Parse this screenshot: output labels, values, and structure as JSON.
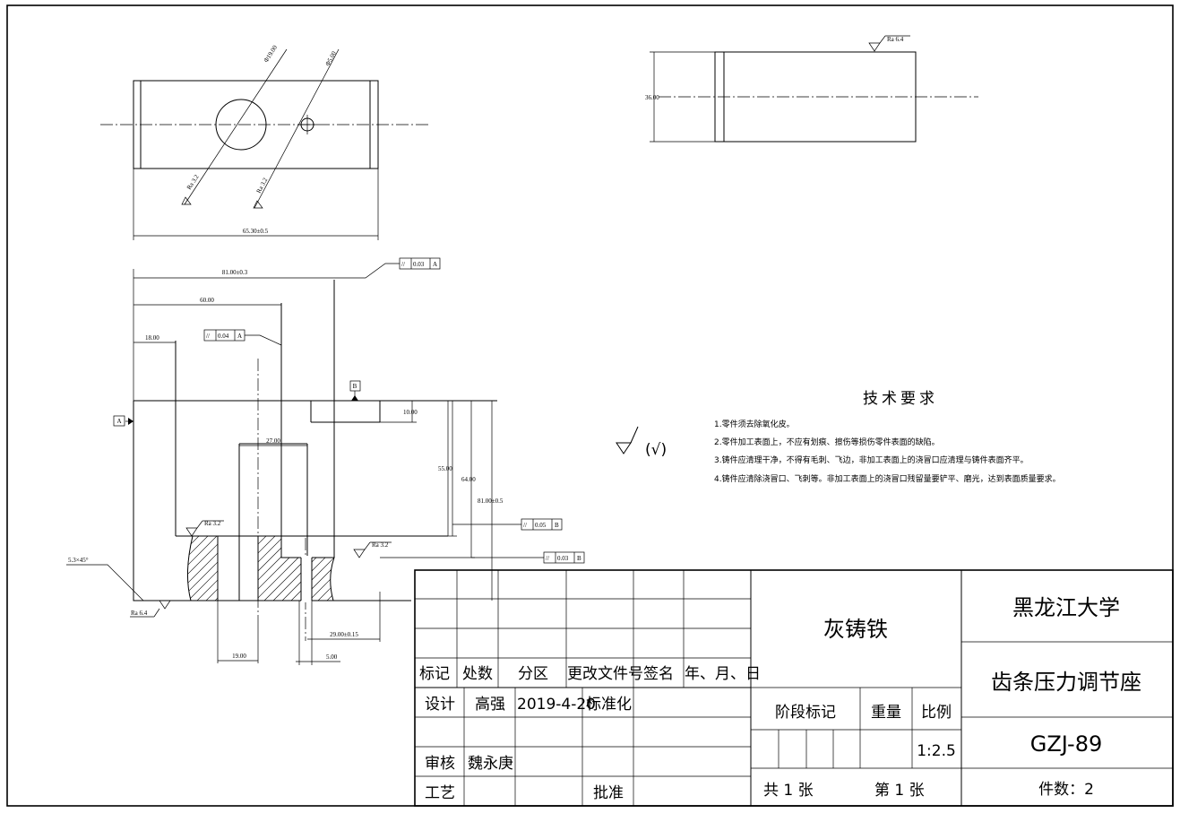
{
  "title_block": {
    "material": "灰铸铁",
    "university": "黑龙江大学",
    "part_name": "齿条压力调节座",
    "drawing_no": "GZJ-89",
    "quantity": "件数：2",
    "scale_value": "1:2.5",
    "stage_label": "阶段标记",
    "weight_label": "重量",
    "scale_label": "比例",
    "sheets_total": "共  1  张",
    "sheet_no": "第  1  张",
    "header": {
      "mark": "标记",
      "count": "处数",
      "zone": "分区",
      "change_doc": "更改文件号",
      "sign": "签名",
      "date": "年、月、日"
    },
    "design_label": "设计",
    "designer": "高强",
    "design_date": "2019-4-20",
    "standardize_label": "标准化",
    "review_label": "审核",
    "reviewer": "魏永庚",
    "process_label": "工艺",
    "approve_label": "批准"
  },
  "requirements": {
    "title": "技术要求",
    "items": [
      "1.零件须去除氧化皮。",
      "2.零件加工表面上，不应有划痕、擦伤等损伤零件表面的缺陷。",
      "3.铸件应清理干净，不得有毛刺、飞边，非加工表面上的浇冒口应清理与铸件表面齐平。",
      "4.铸件应清除浇冒口、飞刺等。非加工表面上的浇冒口残留量要铲平、磨光，达到表面质量要求。"
    ]
  },
  "roughness_note": "(√)",
  "dims": {
    "d_hole_large": "Φ19.00",
    "d_hole_small": "Φ5.00",
    "ra32_a": "Ra 3.2",
    "ra32_b": "Ra 3.2",
    "ra32_c": "Ra 3.2",
    "ra32_d": "Ra 3.2",
    "ra64_top": "Ra 6.4",
    "ra64_bot": "Ra 6.4",
    "width_top": "65.30±0.5",
    "dia_side": "36.00",
    "len_81": "81.00±0.3",
    "len_60": "60.00",
    "len_18": "18.00",
    "len_27": "27.00",
    "h_10": "10.00",
    "h_55": "55.00",
    "h_64": "64.00",
    "h_81": "81.00±0.5",
    "chamfer": "5.3×45°",
    "b_19": "19.00",
    "b_5": "5.00",
    "b_29": "29.00±0.15",
    "tol_1": "0.03",
    "tol_1_ref": "A",
    "tol_2": "0.04",
    "tol_2_ref": "A",
    "tol_3": "0.05",
    "tol_3_ref": "B",
    "tol_4": "0.03",
    "tol_4_ref": "B",
    "datum_a": "A",
    "datum_b": "B"
  }
}
